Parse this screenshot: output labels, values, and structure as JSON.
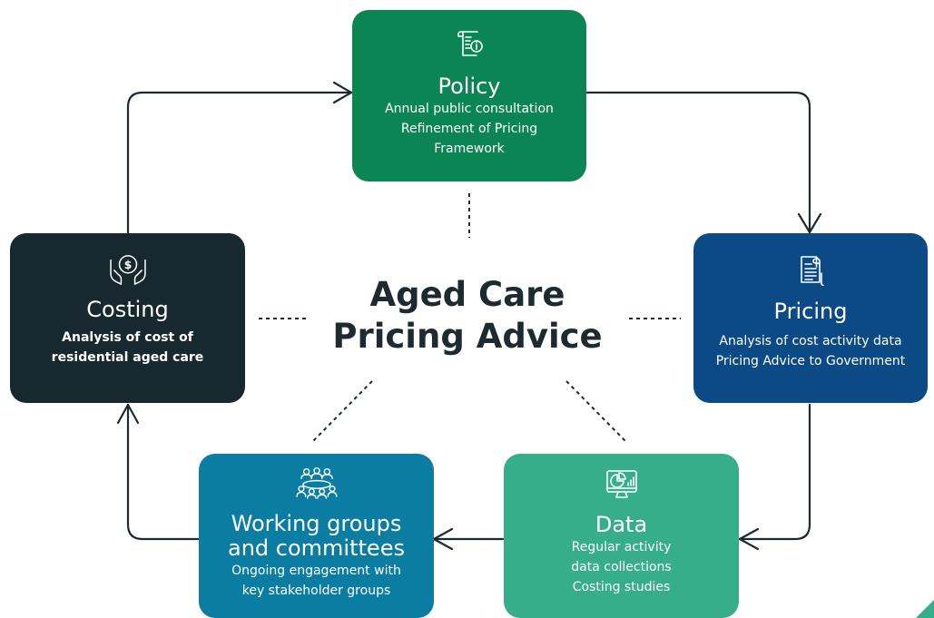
{
  "center": {
    "line1": "Aged Care",
    "line2": "Pricing Advice"
  },
  "nodes": {
    "policy": {
      "title": "Policy",
      "lines": [
        "Annual public consultation",
        "Refinement of Pricing",
        "Framework"
      ],
      "color": "#0c8554",
      "icon": "document-info-icon"
    },
    "pricing": {
      "title": "Pricing",
      "lines": [
        "Analysis of cost activity data",
        "Pricing Advice to Government"
      ],
      "color": "#0b4a84",
      "icon": "invoice-dollar-icon"
    },
    "data": {
      "title": "Data",
      "lines": [
        "Regular activity",
        "data collections",
        "Costing studies"
      ],
      "color": "#36ae8a",
      "icon": "monitor-chart-icon"
    },
    "working": {
      "title": "Working groups",
      "title2": "and committees",
      "lines": [
        "Ongoing engagement with",
        "key stakeholder groups"
      ],
      "color": "#0b7ca2",
      "icon": "meeting-group-icon"
    },
    "costing": {
      "title": "Costing",
      "lines": [
        "Analysis of cost of",
        "residential aged care"
      ],
      "color": "#17282e",
      "icon": "hands-coin-icon"
    }
  },
  "colors": {
    "connector": "#1d2a30",
    "corner": "#36ae8a"
  }
}
